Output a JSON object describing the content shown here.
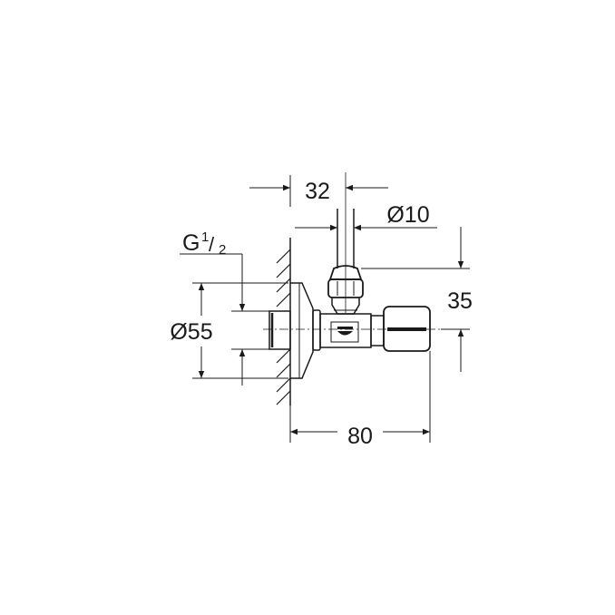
{
  "drawing": {
    "title": "Angle valve technical dimension drawing",
    "line_color": "#1a1a1a",
    "background": "#ffffff",
    "dimensions": {
      "top_offset": "32",
      "pipe_diameter": "Ø10",
      "height_offset": "35",
      "overall_length": "80",
      "flange_diameter": "Ø55",
      "thread_main": "G",
      "thread_num": "1",
      "thread_den": "2"
    }
  }
}
